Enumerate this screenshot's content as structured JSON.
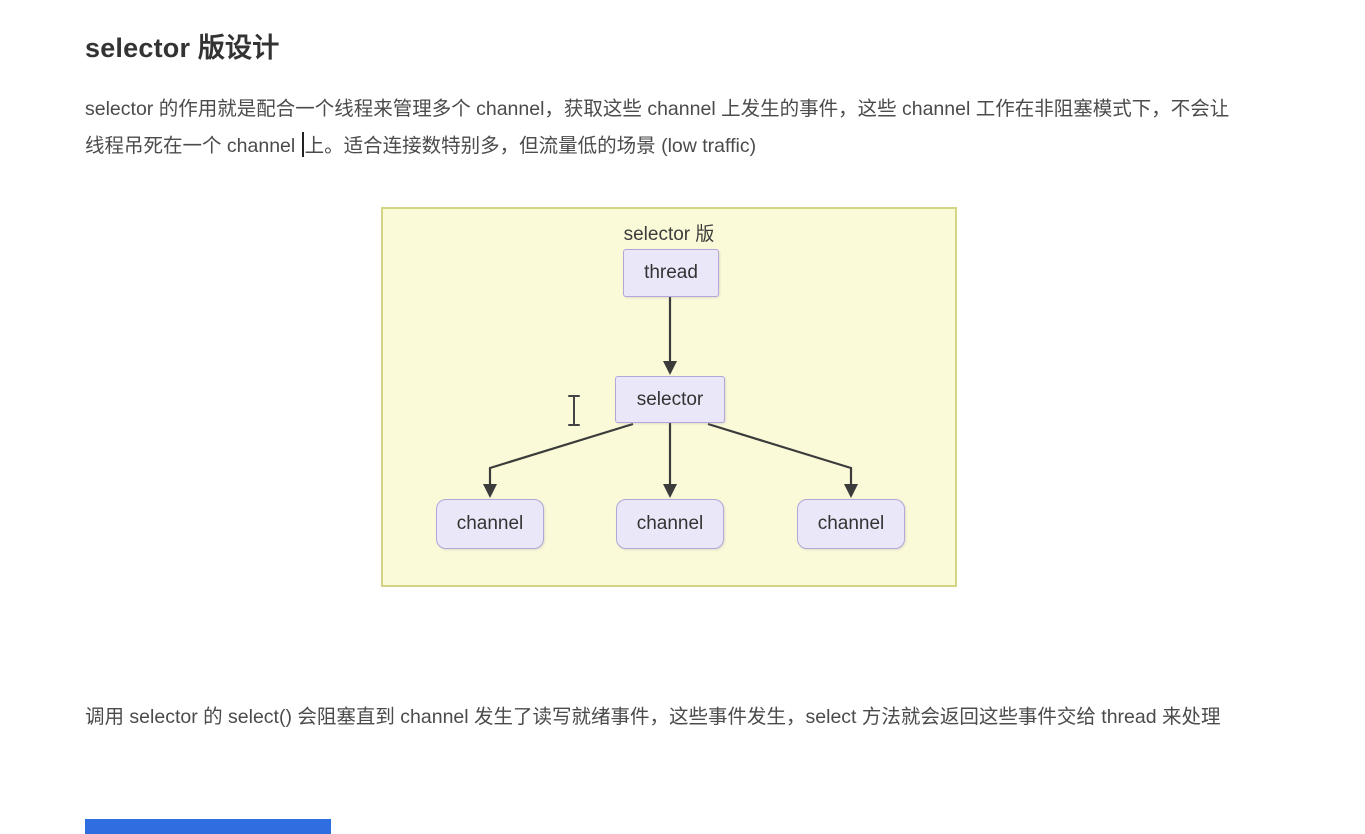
{
  "page": {
    "title": "selector 版设计",
    "para1_before_caret": "selector 的作用就是配合一个线程来管理多个 channel，获取这些 channel 上发生的事件，这些 channel 工作在非阻塞模式下，不会让线程吊死在一个 channel ",
    "para1_after_caret": "上。适合连接数特别多，但流量低的场景 (low traffic)",
    "para2": "调用 selector 的 select() 会阻塞直到 channel 发生了读写就绪事件，这些事件发生，select 方法就会返回这些事件交给 thread 来处理"
  },
  "diagram": {
    "title": "selector 版",
    "nodes": {
      "thread": "thread",
      "selector": "selector",
      "channel1": "channel",
      "channel2": "channel",
      "channel3": "channel"
    }
  },
  "colors": {
    "canvas_bg": "#fbfad8",
    "canvas_border": "#d4d584",
    "node_bg": "#eae7f9",
    "node_border": "#b2a7d8",
    "arrow": "#3b3b3b",
    "text_primary": "#333333",
    "text_body": "#4b4b4b",
    "highlight_bar": "#2e6ee0"
  }
}
